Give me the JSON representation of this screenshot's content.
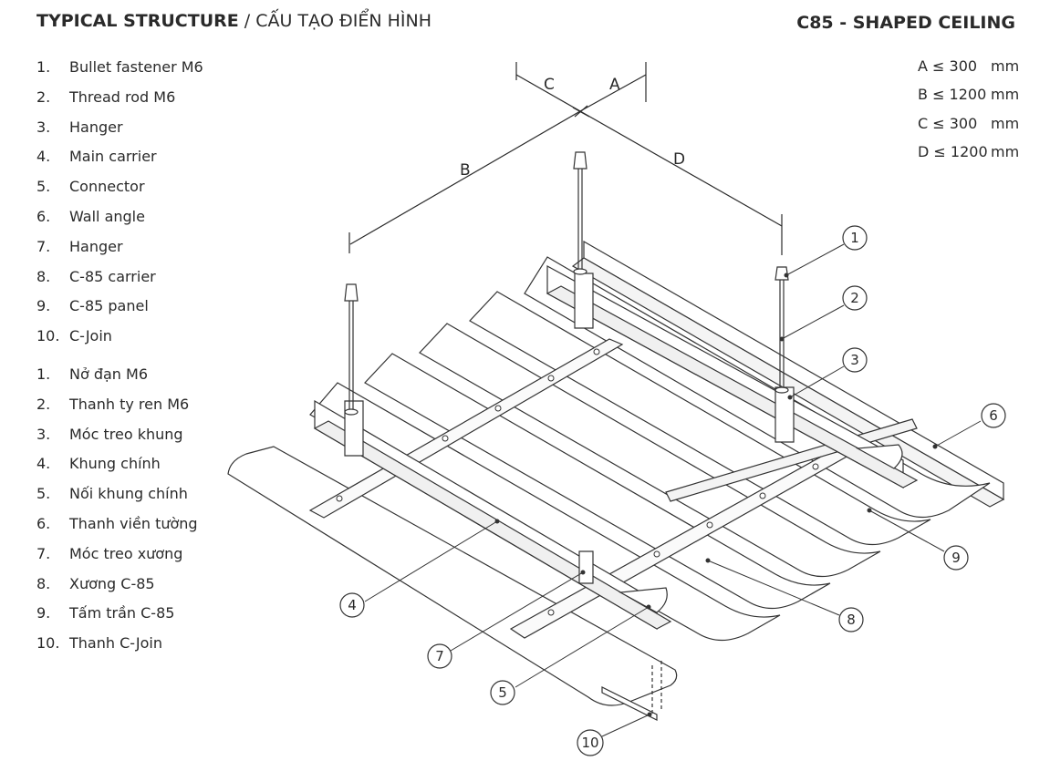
{
  "header": {
    "title_en": "TYPICAL STRUCTURE",
    "separator": " / ",
    "title_vi": "CẤU TẠO ĐIỂN HÌNH",
    "product": "C85 - SHAPED CEILING"
  },
  "legend_en": [
    {
      "num": "1.",
      "label": "Bullet fastener M6"
    },
    {
      "num": "2.",
      "label": "Thread rod M6"
    },
    {
      "num": "3.",
      "label": "Hanger"
    },
    {
      "num": "4.",
      "label": "Main carrier"
    },
    {
      "num": "5.",
      "label": "Connector"
    },
    {
      "num": "6.",
      "label": "Wall angle"
    },
    {
      "num": "7.",
      "label": "Hanger"
    },
    {
      "num": "8.",
      "label": "C-85 carrier"
    },
    {
      "num": "9.",
      "label": "C-85 panel"
    },
    {
      "num": "10.",
      "label": "C-Join"
    }
  ],
  "legend_vi": [
    {
      "num": "1.",
      "label": "Nở đạn M6"
    },
    {
      "num": "2.",
      "label": "Thanh ty ren M6"
    },
    {
      "num": "3.",
      "label": "Móc treo khung"
    },
    {
      "num": "4.",
      "label": "Khung chính"
    },
    {
      "num": "5.",
      "label": "Nối khung chính"
    },
    {
      "num": "6.",
      "label": "Thanh viền tường"
    },
    {
      "num": "7.",
      "label": "Móc treo xương"
    },
    {
      "num": "8.",
      "label": "Xương C-85"
    },
    {
      "num": "9.",
      "label": "Tấm trần C-85"
    },
    {
      "num": "10.",
      "label": "Thanh C-Join"
    }
  ],
  "dimensions": [
    {
      "expr": "A ≤ 300",
      "unit": "mm"
    },
    {
      "expr": "B ≤ 1200",
      "unit": "mm"
    },
    {
      "expr": "C ≤ 300",
      "unit": "mm"
    },
    {
      "expr": "D ≤ 1200",
      "unit": "mm"
    }
  ],
  "drawing": {
    "dim_labels": {
      "a": "A",
      "b": "B",
      "c": "C",
      "d": "D"
    },
    "callouts": [
      "1",
      "2",
      "3",
      "4",
      "5",
      "6",
      "7",
      "8",
      "9",
      "10"
    ]
  }
}
